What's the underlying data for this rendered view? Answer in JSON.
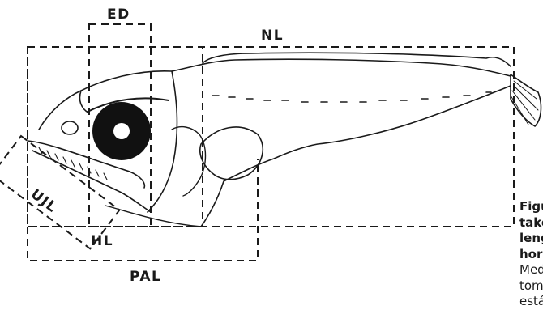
{
  "labels": {
    "ed": "ED",
    "nl": "NL",
    "ujl": "UJL",
    "hl": "HL",
    "pal": "PAL"
  },
  "caption": {
    "line1": "Figur",
    "line2": "take",
    "line3": "leng",
    "line4": "horiz",
    "line5": "Med",
    "line6": "toma",
    "line7": "está"
  },
  "colors": {
    "ink": "#1a1a1a",
    "eye": "#111111",
    "background": "#ffffff"
  }
}
